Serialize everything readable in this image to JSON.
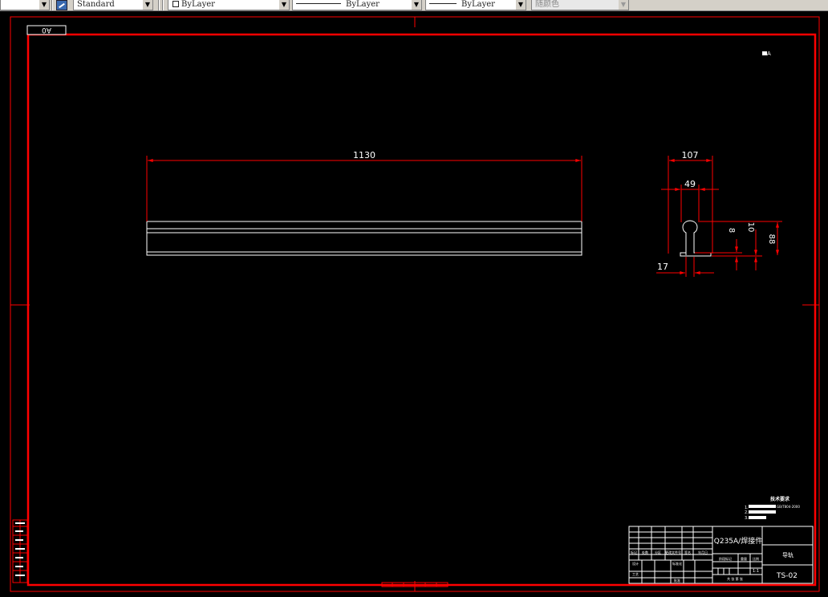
{
  "toolbar": {
    "textstyle_value": "Standard",
    "layer_value": "ByLayer",
    "linetype_value": "ByLayer",
    "lineweight_value": "ByLayer",
    "color_value": "随颜色"
  },
  "drawing": {
    "sheet_size": "A0",
    "corner_mark": "A",
    "front_view": {
      "length_dim": "1130"
    },
    "section_view": {
      "width_dim": "107",
      "inner_width_dim": "49",
      "bottom_dim": "17",
      "height_small_dim": "8",
      "height_mid_dim": "10",
      "height_total_dim": "88"
    },
    "tech_requirements": {
      "title": "技术要求",
      "line1_number": "1.",
      "line1_code": "GB/T804-2000",
      "line2_number": "2.",
      "line3_number": "3."
    },
    "title_block": {
      "material": "Q235A/焊接件",
      "part_name": "导轨",
      "drawing_number": "TS-02",
      "scale": "1:1",
      "row_labels": [
        "标记",
        "处数",
        "分区",
        "更改文件号",
        "签名",
        "年月日"
      ],
      "designer_label": "设计",
      "process_label": "工艺",
      "standard_label": "标准化",
      "approve_label": "批准",
      "stage_label": "阶段标记",
      "weight_label": "重量",
      "scale_label": "比例",
      "sheet_info": "共 张 第 张"
    }
  },
  "colors": {
    "frame": "#ff0000",
    "outline": "#ffffff",
    "dimension": "#ff0000",
    "background": "#000000",
    "toolbar_bg": "#d4d0c8"
  }
}
